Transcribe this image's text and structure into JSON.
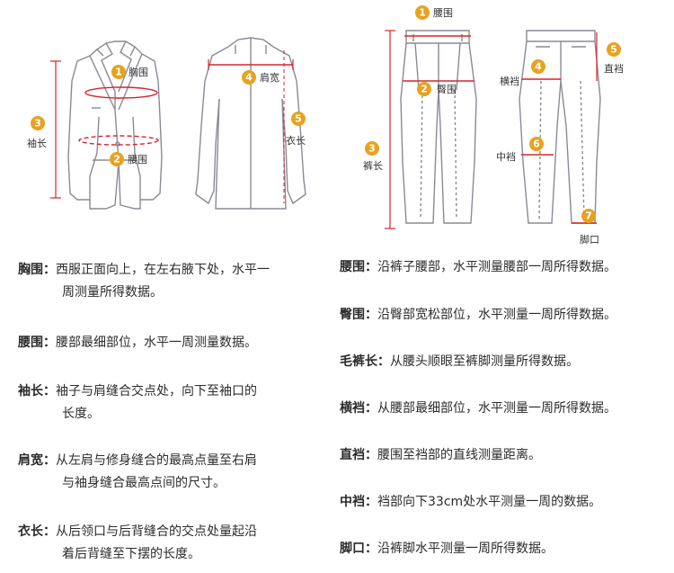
{
  "jacket": {
    "labels": {
      "chest": "胸围",
      "waist": "腰围",
      "sleeve": "袖长",
      "shoulder": "肩宽",
      "length": "衣长"
    },
    "badges": [
      "1",
      "2",
      "3",
      "4",
      "5"
    ]
  },
  "pants": {
    "labels": {
      "waist": "腰围",
      "hip": "臀围",
      "length": "裤长",
      "thigh": "横裆",
      "rise": "直裆",
      "knee": "中裆",
      "hem": "脚口"
    },
    "badges": [
      "1",
      "2",
      "3",
      "4",
      "5",
      "6",
      "7"
    ]
  },
  "colors": {
    "badge": "#e8a21f",
    "measure_red": "#d9252b",
    "outline": "#8a8a96"
  },
  "left_descriptions": [
    {
      "term": "胸围：",
      "lines": [
        "西服正面向上，在左右腋下处，水平一",
        "周测量所得数据。"
      ]
    },
    {
      "term": "腰围：",
      "lines": [
        "腰部最细部位，水平一周测量数据。"
      ]
    },
    {
      "term": "袖长：",
      "lines": [
        "袖子与肩缝合交点处，向下至袖口的",
        "长度。"
      ]
    },
    {
      "term": "肩宽：",
      "lines": [
        "从左肩与修身缝合的最高点量至右肩",
        "与袖身缝合最高点间的尺寸。"
      ]
    },
    {
      "term": "衣长：",
      "lines": [
        "从后领口与后背缝合的交点处量起沿",
        "着后背缝至下摆的长度。"
      ]
    }
  ],
  "right_descriptions": [
    {
      "term": "腰围：",
      "text": "沿裤子腰部，水平测量腰部一周所得数据。"
    },
    {
      "term": "臀围：",
      "text": "沿臀部宽松部位，水平测量一周所得数据。"
    },
    {
      "term": "毛裤长：",
      "text": "从腰头顺眼至裤脚测量所得数据。"
    },
    {
      "term": "横裆：",
      "text": "从腰部最细部位，水平测量一周所得数据。"
    },
    {
      "term": "直裆：",
      "text": "腰围至裆部的直线测量距离。"
    },
    {
      "term": "中裆：",
      "text": "裆部向下33cm处水平测量一周的数据。"
    },
    {
      "term": "脚口：",
      "text": "沿裤脚水平测量一周所得数据。"
    }
  ]
}
